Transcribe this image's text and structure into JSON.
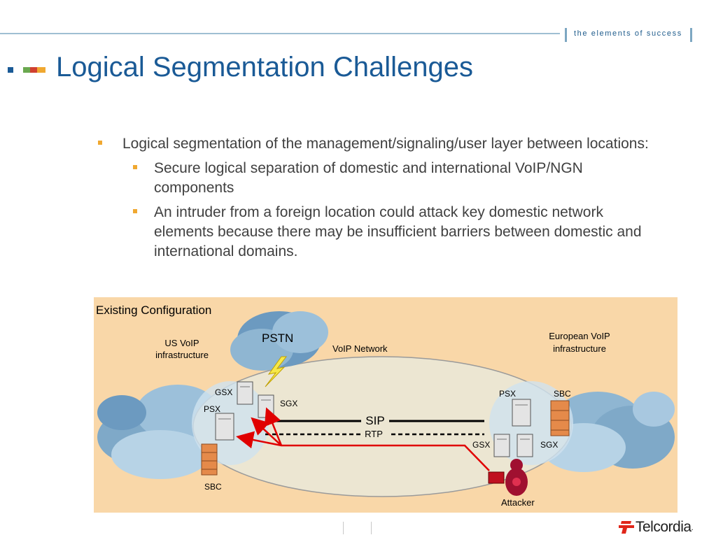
{
  "header": {
    "tagline": "the elements of success",
    "title": "Logical Segmentation Challenges"
  },
  "bullets": [
    {
      "text": "Logical segmentation of the management/signaling/user layer between locations:",
      "sub": [
        "Secure logical separation of domestic and international VoIP/NGN components",
        "An intruder from a foreign location could attack key domestic network elements because there may be insufficient barriers between domestic and international domains."
      ]
    }
  ],
  "figure": {
    "heading": "Existing Configuration",
    "pstn": "PSTN",
    "voip_network": "VoIP Network",
    "us_label_1": "US VoIP",
    "us_label_2": "infrastructure",
    "eu_label_1": "European VoIP",
    "eu_label_2": "infrastructure",
    "gsx_us": "GSX",
    "sgx_us": "SGX",
    "psx_us": "PSX",
    "sbc_us": "SBC",
    "psx_eu": "PSX",
    "sbc_eu": "SBC",
    "gsx_eu": "GSX",
    "sgx_eu": "SGX",
    "sip": "SIP",
    "rtp": "RTP",
    "attacker": "Attacker"
  },
  "footer": {
    "logo_text": "Telcordia",
    "logo_mark": "."
  },
  "colors": {
    "title": "#1a5a96",
    "accent_bullet": "#f0a830",
    "figure_bg": "#f9d7a8",
    "arrow": "#e00000",
    "logo_red": "#e0261a"
  }
}
